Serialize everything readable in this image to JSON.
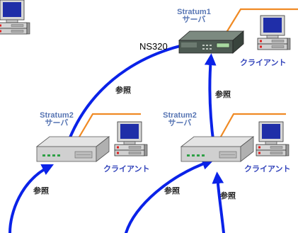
{
  "diagram": {
    "servers": [
      {
        "id": "stratum1",
        "name": "Stratum1",
        "role": "サーバ",
        "model": "NS320"
      },
      {
        "id": "stratum2-left",
        "name": "Stratum2",
        "role": "サーバ"
      },
      {
        "id": "stratum2-right",
        "name": "Stratum2",
        "role": "サーバ"
      }
    ],
    "clients": [
      {
        "label": "クライアント"
      },
      {
        "label": "クライアント"
      },
      {
        "label": "クライアント"
      }
    ],
    "references": [
      {
        "label": "参照"
      },
      {
        "label": "参照"
      },
      {
        "label": "参照"
      },
      {
        "label": "参照"
      },
      {
        "label": "参照"
      }
    ],
    "colors": {
      "arrow": "#0a22e8",
      "link": "#f08a24",
      "stratum_text": "#5876b4",
      "client_text": "#3344bb",
      "ns320_body": "#4d5a52"
    }
  }
}
